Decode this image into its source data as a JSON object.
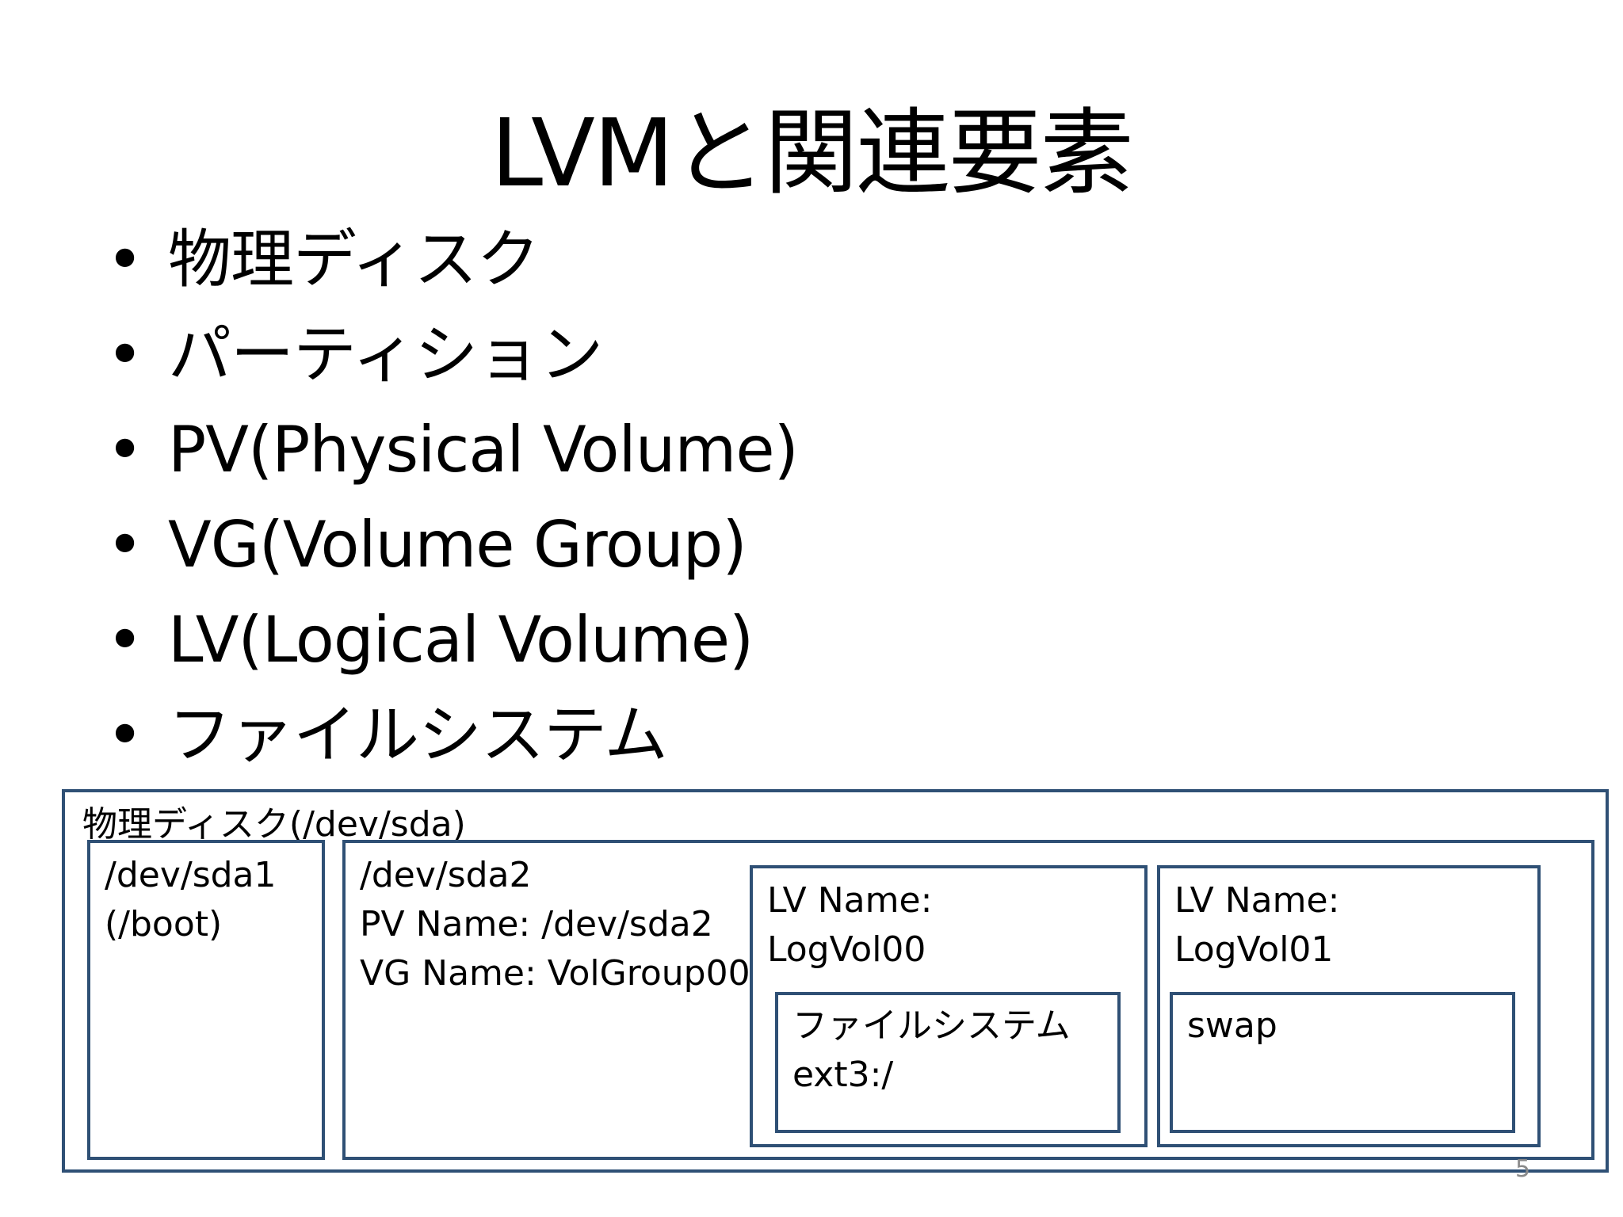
{
  "slide": {
    "title": "LVMと関連要素",
    "bullets": [
      "物理ディスク",
      "パーティション",
      "PV(Physical Volume)",
      "VG(Volume Group)",
      "LV(Logical Volume)",
      "ファイルシステム"
    ],
    "bullet_symbol": "•",
    "page_number": "5"
  },
  "diagram": {
    "border_color": "#2f5075",
    "disk_label": "物理ディスク(/dev/sda)",
    "sda1": {
      "line1": "/dev/sda1",
      "line2": "(/boot)"
    },
    "sda2": {
      "line1": "/dev/sda2",
      "line2": "PV Name: /dev/sda2",
      "line3": "VG Name: VolGroup00"
    },
    "lv0": {
      "line1": "LV Name:",
      "line2": "LogVol00",
      "fs_line1": "ファイルシステム",
      "fs_line2": "ext3:/"
    },
    "lv1": {
      "line1": "LV Name:",
      "line2": "LogVol01",
      "fs_line1": "swap"
    }
  }
}
